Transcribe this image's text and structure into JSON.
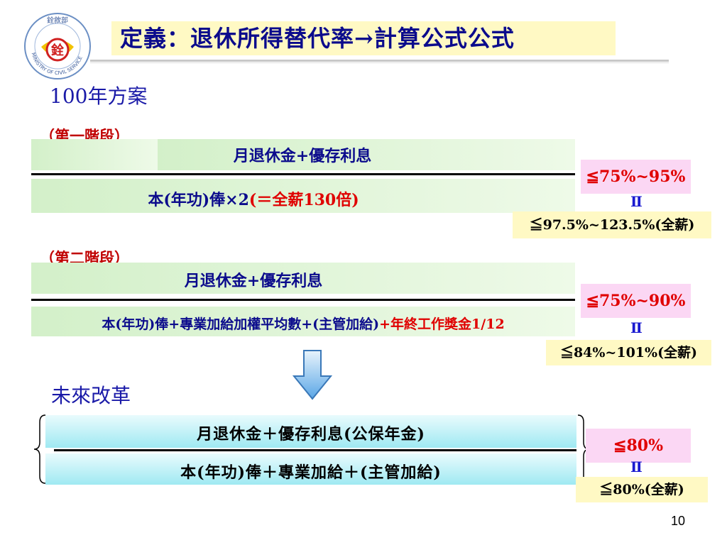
{
  "header": {
    "title": "定義：退休所得替代率→計算公式公式",
    "logo": {
      "name": "銓敘部",
      "caption": "MINISTRY OF CIVIL SERVICE",
      "emblem_text": "銓"
    }
  },
  "plan_100": {
    "heading": "100年方案",
    "stage1": {
      "label": "（第一階段）",
      "numerator": "月退休金+優存利息",
      "denominator_main": "本(年功)俸×2",
      "denominator_note": "(＝全薪130倍)",
      "ratio": "≦75%~95%",
      "equals": "Ⅱ",
      "full_salary": "≦97.5%~123.5%(全薪)"
    },
    "stage2": {
      "label": "（第二階段）",
      "numerator": "月退休金+優存利息",
      "denominator_main": "本(年功)俸+專業加給加權平均數+(主管加給)",
      "denominator_note": "+年終工作獎金1/12",
      "ratio": "≦75%~90%",
      "equals": "Ⅱ",
      "full_salary": "≦84%~101%(全薪)"
    }
  },
  "future_reform": {
    "heading": "未來改革",
    "numerator": "月退休金＋優存利息(公保年金)",
    "denominator": "本(年功)俸＋專業加給＋(主管加給)",
    "ratio": "≦80%",
    "equals": "Ⅱ",
    "full_salary": "≦80%(全薪)"
  },
  "page_number": "10",
  "colors": {
    "title_text": "#0b0b8c",
    "title_bg": "#fff9c4",
    "stage_label": "#c00000",
    "ratio_bg": "#fbd7f4",
    "ratio_text": "#e00000",
    "arrow": "#5aa6e6"
  }
}
